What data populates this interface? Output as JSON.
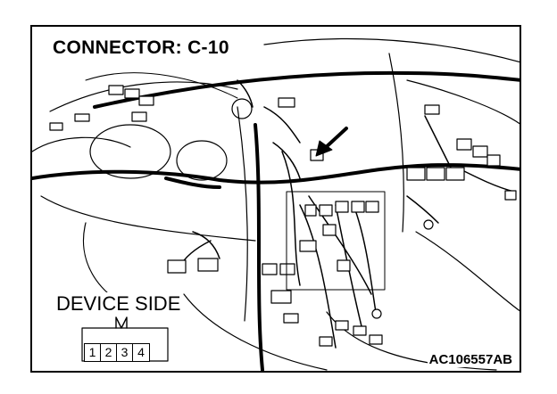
{
  "title": "CONNECTOR: C-10",
  "device_side_label": "DEVICE SIDE",
  "connector_pins": [
    "1",
    "2",
    "3",
    "4"
  ],
  "reference_code": "AC106557AB",
  "colors": {
    "line": "#000000",
    "background": "#ffffff"
  },
  "icons": [
    "pointer-arrow",
    "connector-face"
  ]
}
